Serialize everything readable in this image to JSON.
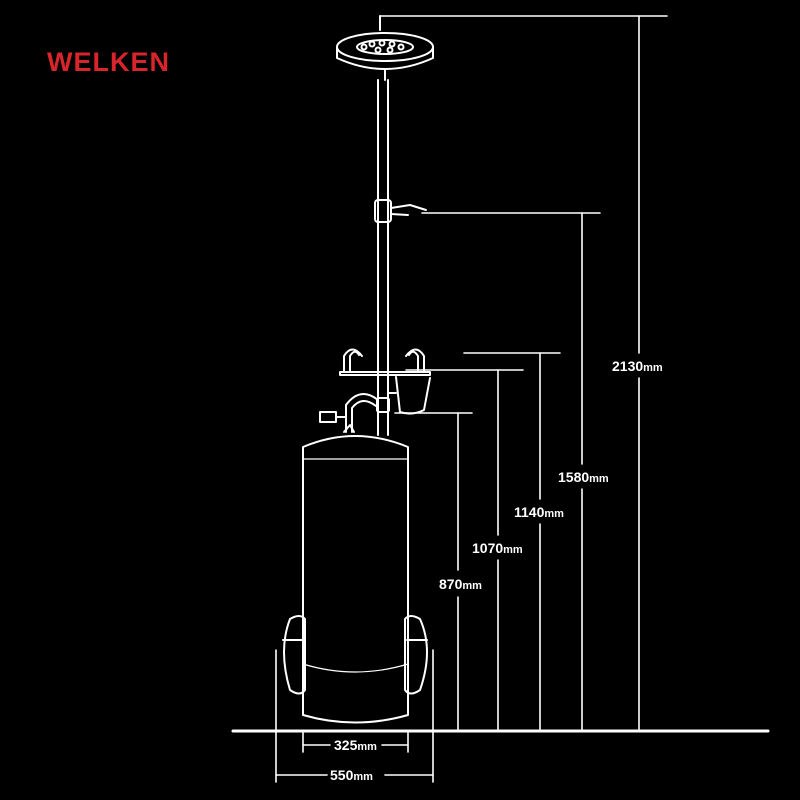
{
  "brand": {
    "name": "WELKEN",
    "color": "#d8252b"
  },
  "colors": {
    "background": "#000000",
    "line": "#ffffff"
  },
  "dimensions": {
    "total_height": {
      "value": "2130",
      "unit": "mm"
    },
    "eyewash_bowl_height": {
      "value": "1140",
      "unit": "mm"
    },
    "eyewash_height": {
      "value": "1070",
      "unit": "mm"
    },
    "push_plate_height": {
      "value": "870",
      "unit": "mm"
    },
    "pull_rod_height": {
      "value": "1580",
      "unit": "mm"
    },
    "tank_width": {
      "value": "325",
      "unit": "mm"
    },
    "overall_width": {
      "value": "550",
      "unit": "mm"
    }
  }
}
